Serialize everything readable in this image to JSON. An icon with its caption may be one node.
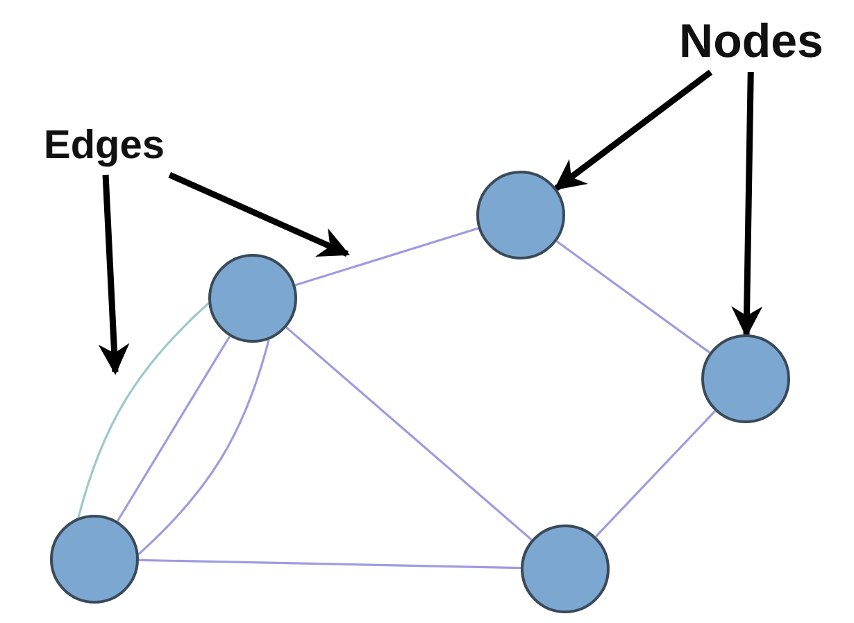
{
  "diagram": {
    "nodes": [
      {
        "text": [
          "Nodes"
        ]
      },
      {
        "text": [
          "Edges"
        ]
      },
      {
        "text": [],
        "shape": "circle"
      },
      {
        "text": [],
        "shape": "circle"
      },
      {
        "text": [],
        "shape": "circle"
      },
      {
        "text": [],
        "shape": "circle"
      },
      {
        "text": [],
        "shape": "circle"
      }
    ],
    "edges": [
      {
        "from": 0,
        "to": 2,
        "arrow": "to",
        "style": "thick",
        "color": "#000000"
      },
      {
        "from": 0,
        "to": 4,
        "arrow": "to",
        "style": "thick",
        "color": "#000000"
      },
      {
        "from": 1,
        "to": null,
        "arrow": "to",
        "style": "thick",
        "color": "#000000"
      },
      {
        "from": 1,
        "to": null,
        "arrow": "to",
        "style": "thick",
        "color": "#000000"
      },
      {
        "from": 3,
        "to": 2,
        "arrow": "none"
      },
      {
        "from": 2,
        "to": 4,
        "arrow": "none"
      },
      {
        "from": 4,
        "to": 6,
        "arrow": "none"
      },
      {
        "from": 3,
        "to": 6,
        "arrow": "none"
      },
      {
        "from": 5,
        "to": 6,
        "arrow": "none"
      },
      {
        "from": 3,
        "to": 5,
        "arrow": "none"
      },
      {
        "from": 3,
        "to": 5,
        "arrow": "none",
        "color": "#9cc8cc"
      },
      {
        "from": 3,
        "to": 5,
        "arrow": "none"
      }
    ]
  }
}
